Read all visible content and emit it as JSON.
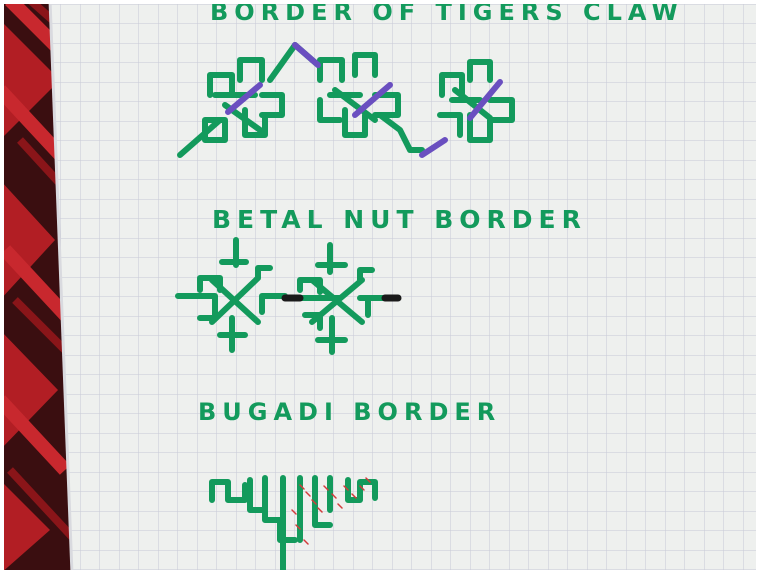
{
  "photo": {
    "subject": "hand-drawn green patterns on graph paper",
    "labels": {
      "tigers_claw": "BORDER OF TIGERS CLAW",
      "betal_nut": "BETAL NUT BORDER",
      "bugadi": "BUGADI BORDER"
    },
    "colors": {
      "ink_green": "#139a5c",
      "ink_purple": "#6a4fc0",
      "ink_black": "#1a1a1a",
      "ink_red": "#d23b3b",
      "paper": "#eef0ee",
      "grid_line": "#c7c9d6",
      "frame_red": "#b21e24",
      "frame_dark": "#3a0e10"
    }
  }
}
